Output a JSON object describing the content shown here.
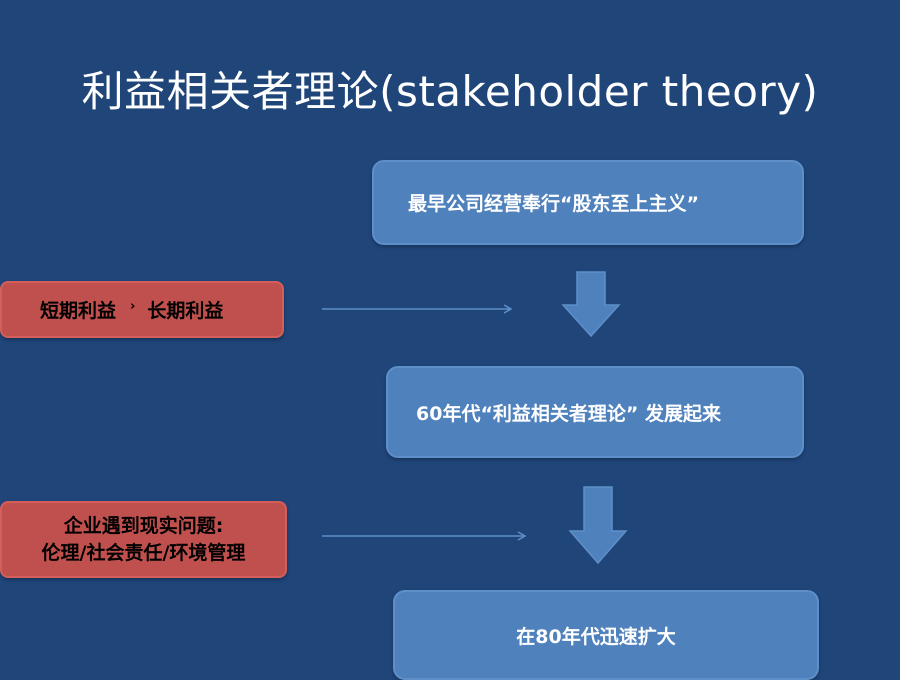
{
  "slide": {
    "title": "利益相关者理论(stakeholder theory)",
    "flow_boxes": [
      {
        "text": "最早公司经营奉行“股东至上主义”"
      },
      {
        "text": "60年代“利益相关者理论” 发展起来"
      },
      {
        "text": "在80年代迅速扩大"
      }
    ],
    "side_boxes": {
      "first": {
        "left": "短期利益",
        "separator": "›",
        "right": "长期利益"
      },
      "second": {
        "line1": "企业遇到现实问题:",
        "line2": "伦理/社会责任/环境管理"
      }
    },
    "colors": {
      "background": "#1f4579",
      "flow_box": "#4f81bd",
      "side_box": "#c0504d",
      "arrow": "#4f81bd"
    }
  }
}
